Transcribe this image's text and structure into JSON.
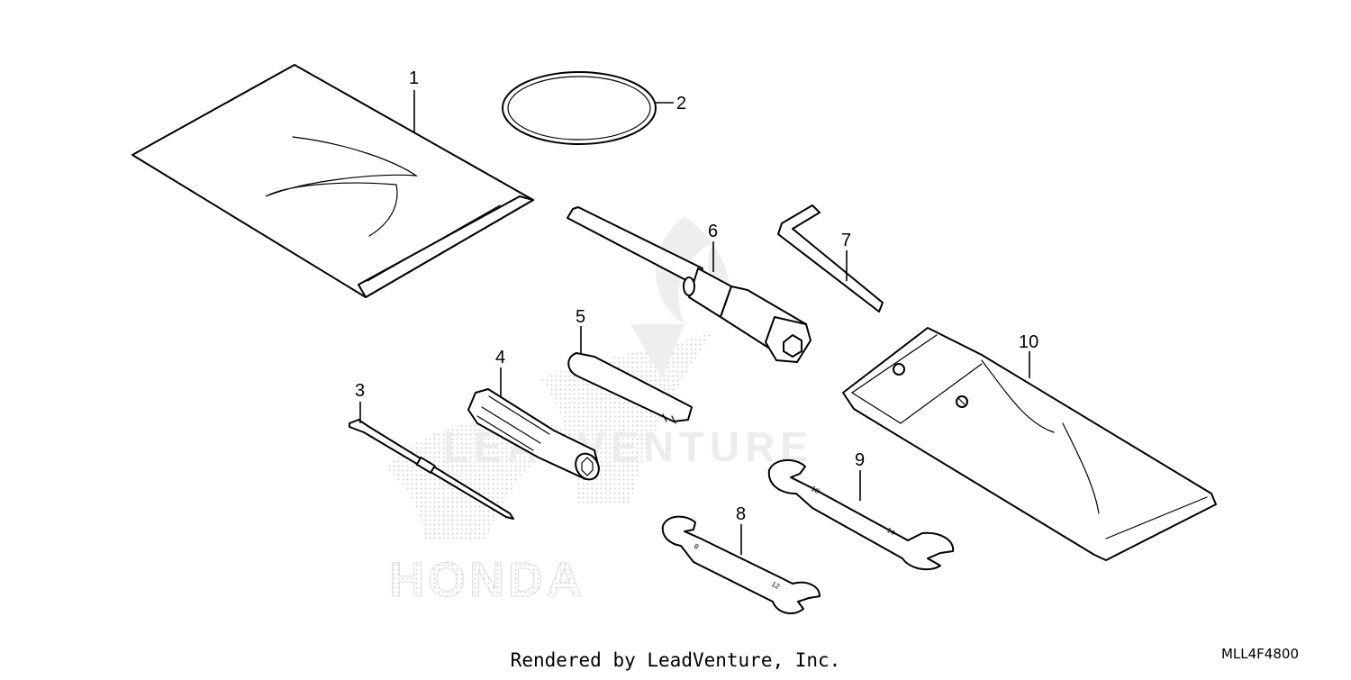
{
  "diagram": {
    "callouts": [
      "1",
      "2",
      "3",
      "4",
      "5",
      "6",
      "7",
      "8",
      "9",
      "10"
    ],
    "footer_text": "Rendered by LeadVenture, Inc.",
    "diagram_code": "MLL4F4800",
    "watermark": {
      "brand": "HONDA",
      "dealer": "LEADVENTURE"
    },
    "colors": {
      "line": "#000000",
      "background": "#ffffff",
      "watermark": "#d9d9d9"
    }
  }
}
